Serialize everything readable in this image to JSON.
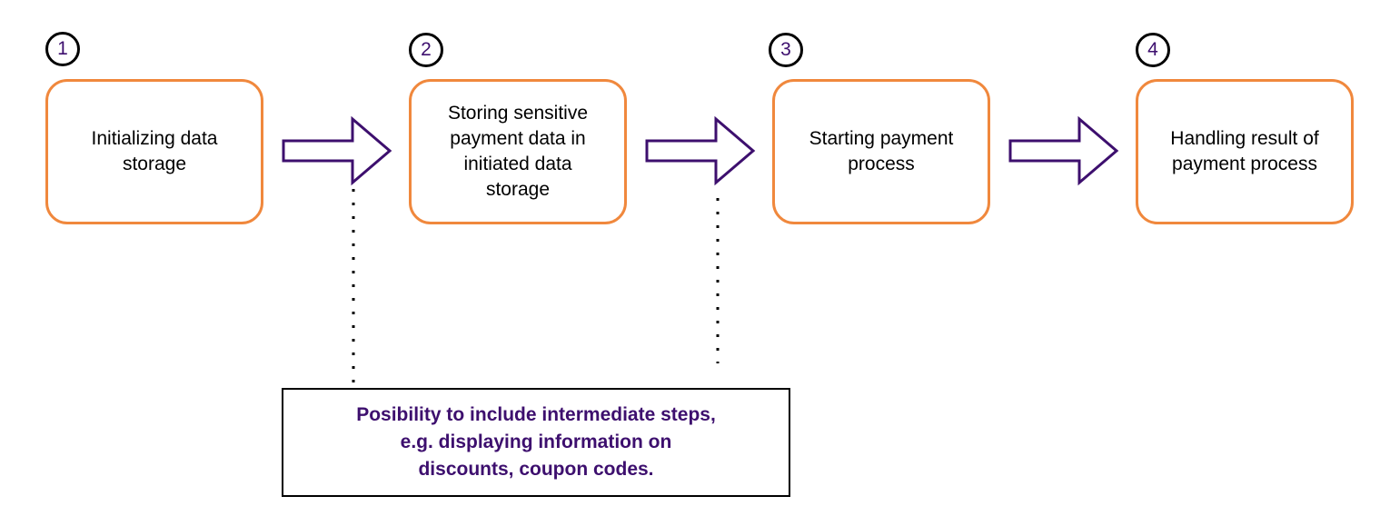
{
  "colors": {
    "box_border": "#f0883d",
    "arrow_stroke": "#3d0f6e",
    "number_text": "#3d0f6e",
    "note_text": "#3d0f6e",
    "badge_border": "#000000",
    "connector": "#000000"
  },
  "steps": [
    {
      "number": "1",
      "label": "Initializing data\nstorage"
    },
    {
      "number": "2",
      "label": "Storing sensitive\npayment data in\ninitiated data\nstorage"
    },
    {
      "number": "3",
      "label": "Starting payment\nprocess"
    },
    {
      "number": "4",
      "label": "Handling result of\npayment process"
    }
  ],
  "note": {
    "text": "Posibility to include intermediate steps,\ne.g. displaying information on\ndiscounts, coupon codes."
  }
}
